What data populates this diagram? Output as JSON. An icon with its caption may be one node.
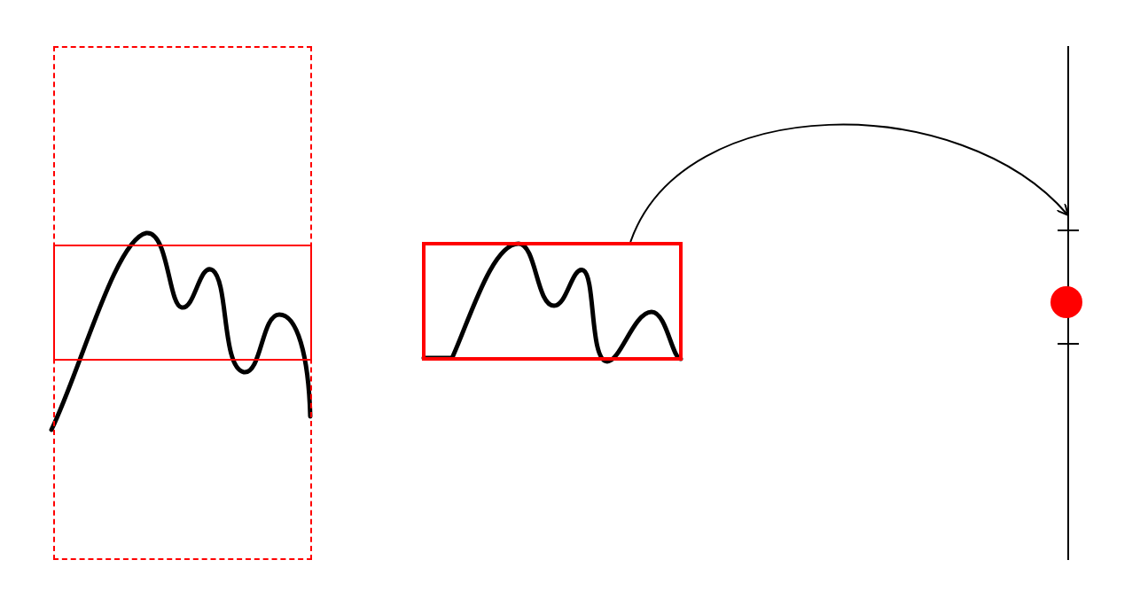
{
  "diagram": {
    "nodes": [
      {
        "text": [],
        "shape": "box"
      },
      {
        "text": [],
        "shape": "box",
        "in": 0
      },
      {
        "text": [],
        "shape": "box"
      },
      {
        "text": [],
        "shape": "bar"
      },
      {
        "text": [],
        "shape": "circle"
      }
    ],
    "edges": [
      {
        "from": 2,
        "to": 3,
        "arrow": "to"
      }
    ]
  }
}
